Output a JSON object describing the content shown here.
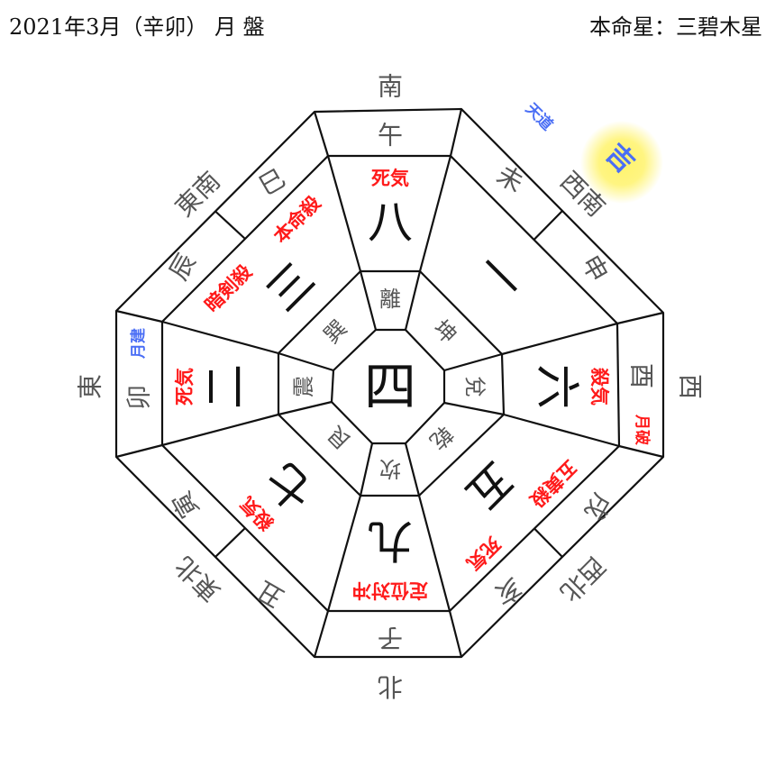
{
  "header": {
    "title": "2021年3月（辛卯） 月 盤",
    "honmeisei": "本命星：三碧木星"
  },
  "center_star": "四",
  "sectors": [
    {
      "direction": "南",
      "zodiac": [
        "午"
      ],
      "star": "八",
      "trigram": "離",
      "notes": [
        "死気"
      ]
    },
    {
      "direction": "西南",
      "zodiac": [
        "未",
        "申"
      ],
      "star": "一",
      "trigram": "坤",
      "notes": []
    },
    {
      "direction": "西",
      "zodiac": [
        "酉"
      ],
      "zodiac_note": "月破",
      "star": "六",
      "trigram": "兌",
      "notes": [
        "殺気"
      ]
    },
    {
      "direction": "西北",
      "zodiac": [
        "戌",
        "亥"
      ],
      "star": "五",
      "trigram": "乾",
      "notes": [
        "五黄殺",
        "死気"
      ]
    },
    {
      "direction": "北",
      "zodiac": [
        "子"
      ],
      "star": "九",
      "trigram": "坎",
      "notes": [
        "定位対冲"
      ]
    },
    {
      "direction": "東北",
      "zodiac": [
        "丑",
        "寅"
      ],
      "star": "七",
      "trigram": "艮",
      "notes": [
        "殺気"
      ]
    },
    {
      "direction": "東",
      "zodiac": [
        "卯"
      ],
      "zodiac_note": "月建",
      "star": "二",
      "trigram": "震",
      "notes": [
        "死気"
      ]
    },
    {
      "direction": "東南",
      "zodiac": [
        "辰",
        "巳"
      ],
      "star": "三",
      "trigram": "巽",
      "notes": [
        "暗剣殺",
        "本命殺"
      ]
    }
  ],
  "outside": {
    "tendo": "天道",
    "kichi": "吉"
  },
  "colors": {
    "warning_red": "#ff1a1a",
    "auspicious_blue": "#4a6ef5",
    "glow_yellow": "#fff36b"
  }
}
